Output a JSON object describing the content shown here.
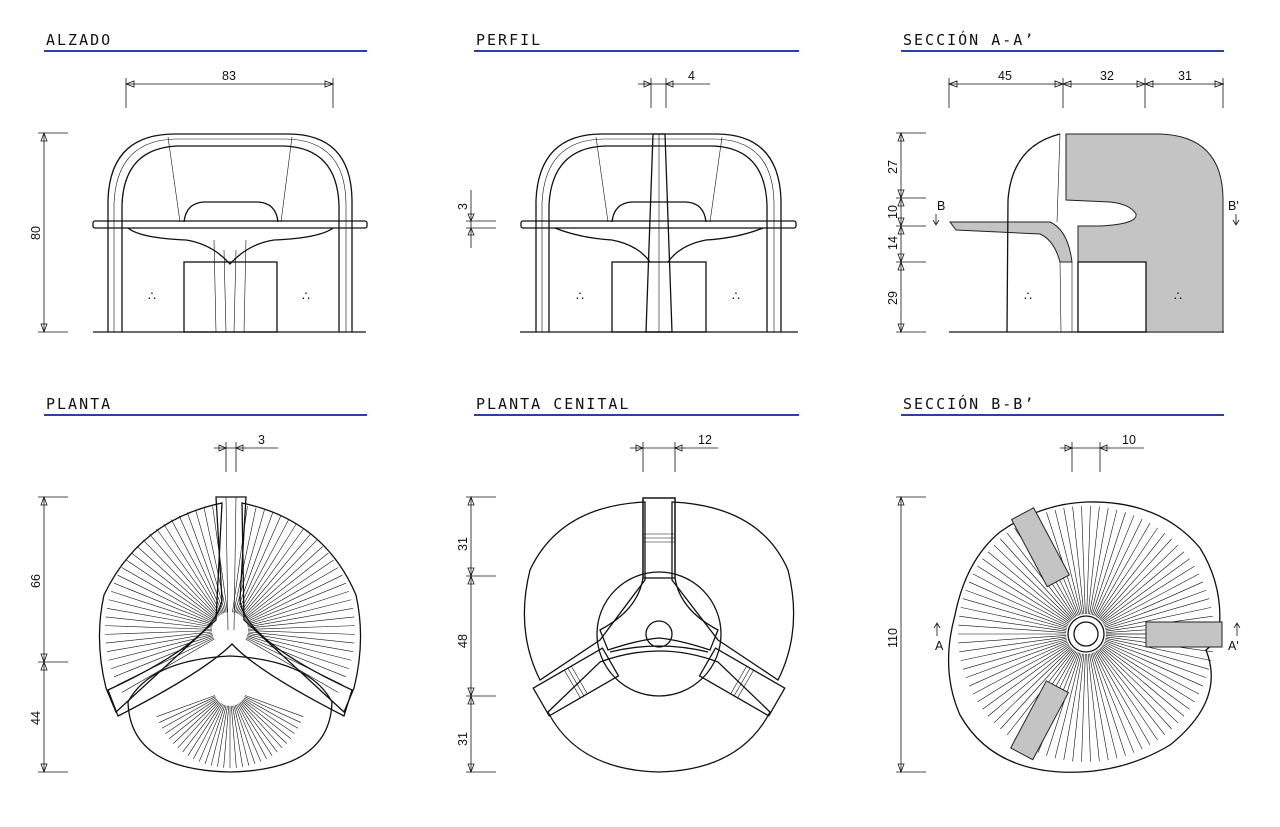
{
  "panels": {
    "alzado": {
      "title": "ALZADO",
      "dims": [
        "83",
        "80"
      ]
    },
    "perfil": {
      "title": "PERFIL",
      "dims": [
        "4",
        "3"
      ]
    },
    "seccion_aa": {
      "title": "SECCIÓN A-A’",
      "dims": [
        "45",
        "32",
        "31",
        "27",
        "10",
        "14",
        "29"
      ],
      "marks": [
        "B",
        "B'"
      ]
    },
    "planta": {
      "title": "PLANTA",
      "dims": [
        "3",
        "66",
        "44"
      ]
    },
    "planta_cenital": {
      "title": "PLANTA CENITAL",
      "dims": [
        "12",
        "31",
        "48",
        "31"
      ]
    },
    "seccion_bb": {
      "title": "SECCIÓN B-B’",
      "dims": [
        "10",
        "110"
      ],
      "marks": [
        "A",
        "A'"
      ]
    }
  },
  "colors": {
    "title_rule": "#2b3fa8",
    "line": "#111111",
    "section_fill": "#c4c4c4"
  }
}
